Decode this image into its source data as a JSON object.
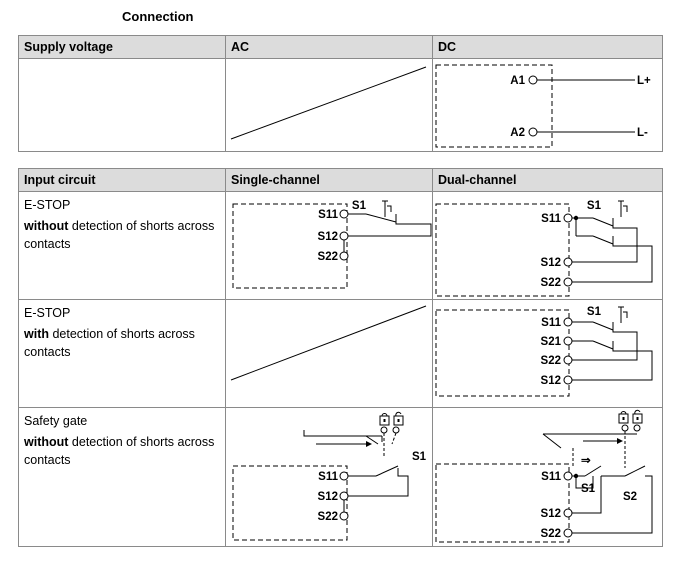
{
  "title": "Connection",
  "supply": {
    "headers": [
      "Supply voltage",
      "AC",
      "DC"
    ],
    "dc_labels": {
      "a1": "A1",
      "a2": "A2",
      "lplus": "L+",
      "lminus": "L-"
    }
  },
  "input": {
    "headers": [
      "Input circuit",
      "Single-channel",
      "Dual-channel"
    ],
    "rows": [
      {
        "title": "E-STOP",
        "bold": "without",
        "rest": " detection of shorts across contacts"
      },
      {
        "title": "E-STOP",
        "bold": "with",
        "rest": " detection of shorts across contacts"
      },
      {
        "title": "Safety gate",
        "bold": "without",
        "rest": " detection of shorts across contacts"
      }
    ]
  },
  "terminals": {
    "s11": "S11",
    "s12": "S12",
    "s21": "S21",
    "s22": "S22",
    "s1": "S1",
    "s2": "S2"
  }
}
